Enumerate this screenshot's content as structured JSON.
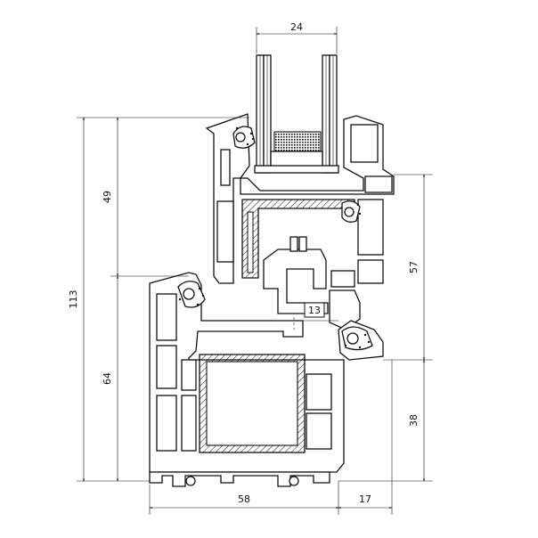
{
  "dimensions": {
    "glass_width": "24",
    "total_height": "113",
    "sash_height": "49",
    "frame_height": "64",
    "right_upper": "57",
    "right_lower": "38",
    "bottom_width": "58",
    "bottom_right": "17",
    "gasket_mark": "13"
  }
}
